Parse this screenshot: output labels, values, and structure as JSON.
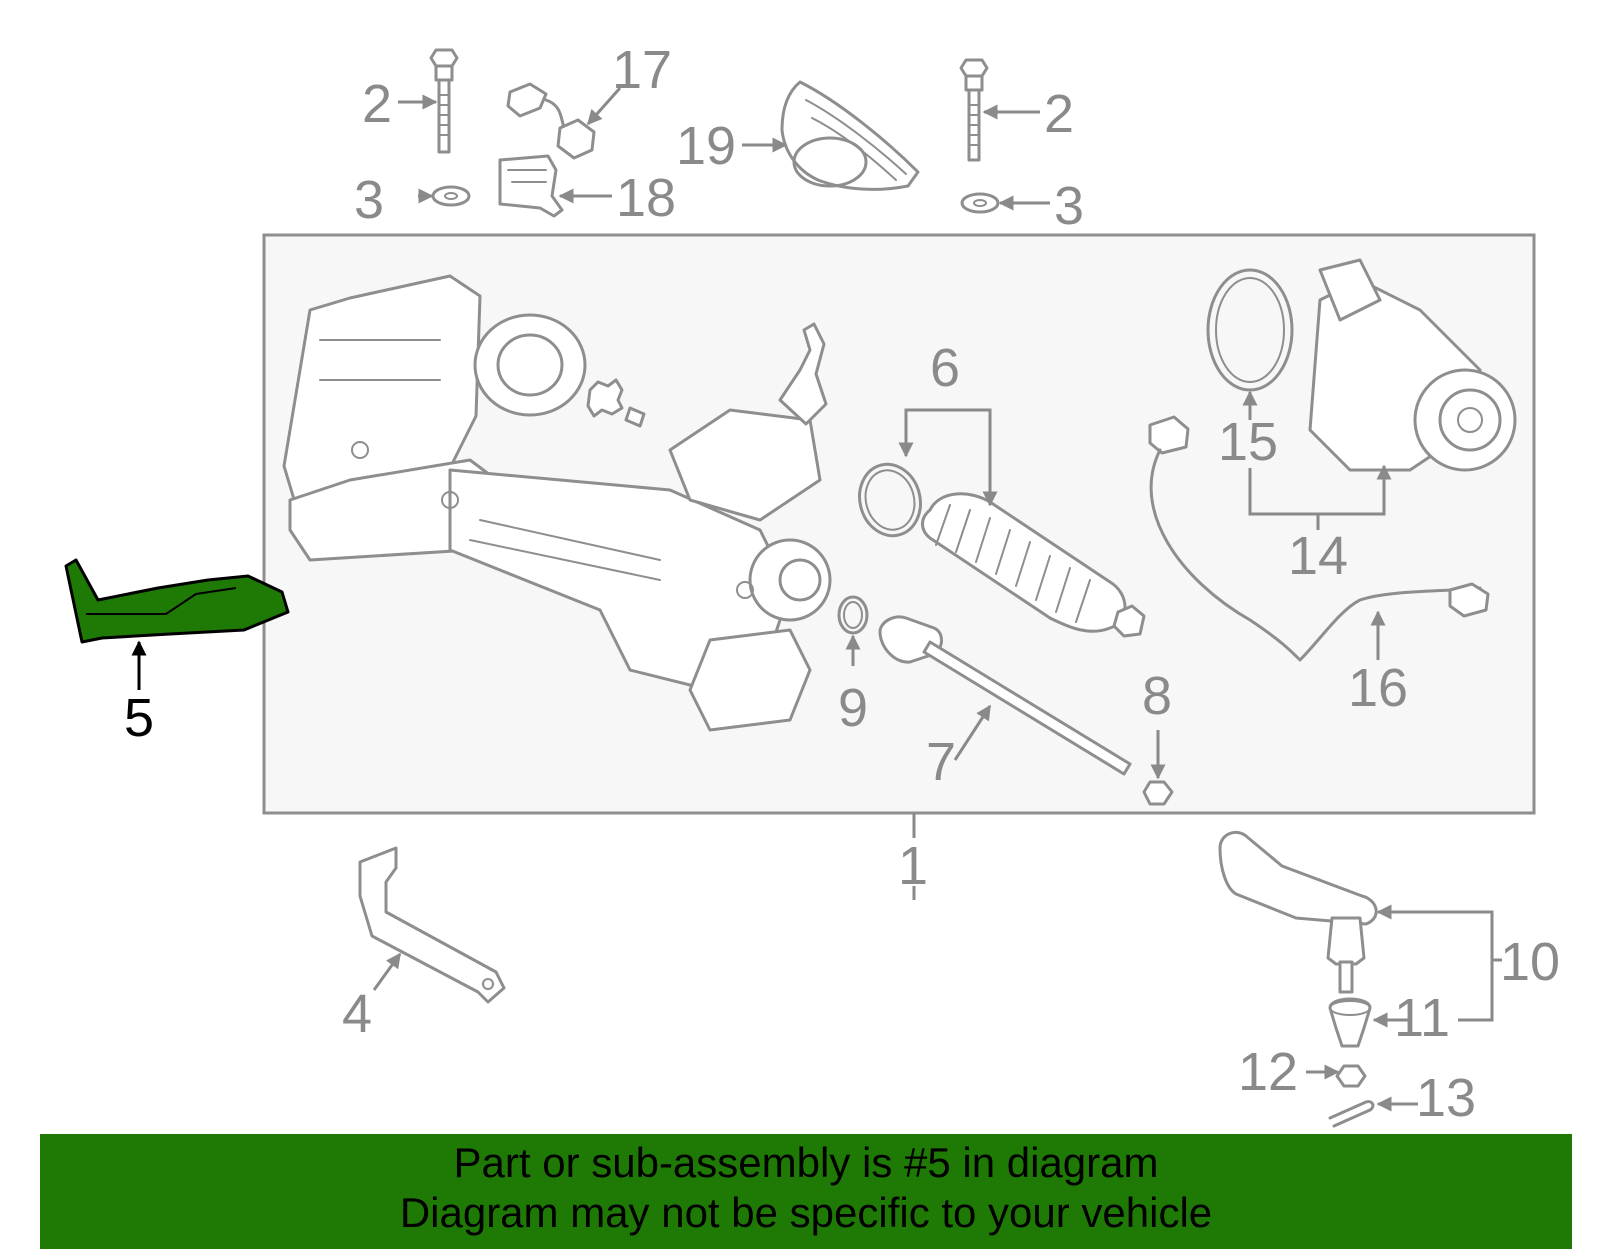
{
  "highlight_color": "#1f7a05",
  "callouts": {
    "c1": "1",
    "c2a": "2",
    "c2b": "2",
    "c3a": "3",
    "c3b": "3",
    "c4": "4",
    "c5": "5",
    "c6": "6",
    "c7": "7",
    "c8": "8",
    "c9": "9",
    "c10": "10",
    "c11": "11",
    "c12": "12",
    "c13": "13",
    "c14": "14",
    "c15": "15",
    "c16": "16",
    "c17": "17",
    "c18": "18",
    "c19": "19"
  },
  "banner": {
    "line1": "Part or sub-assembly is #5 in diagram",
    "line2": "Diagram may not be specific to your vehicle"
  }
}
